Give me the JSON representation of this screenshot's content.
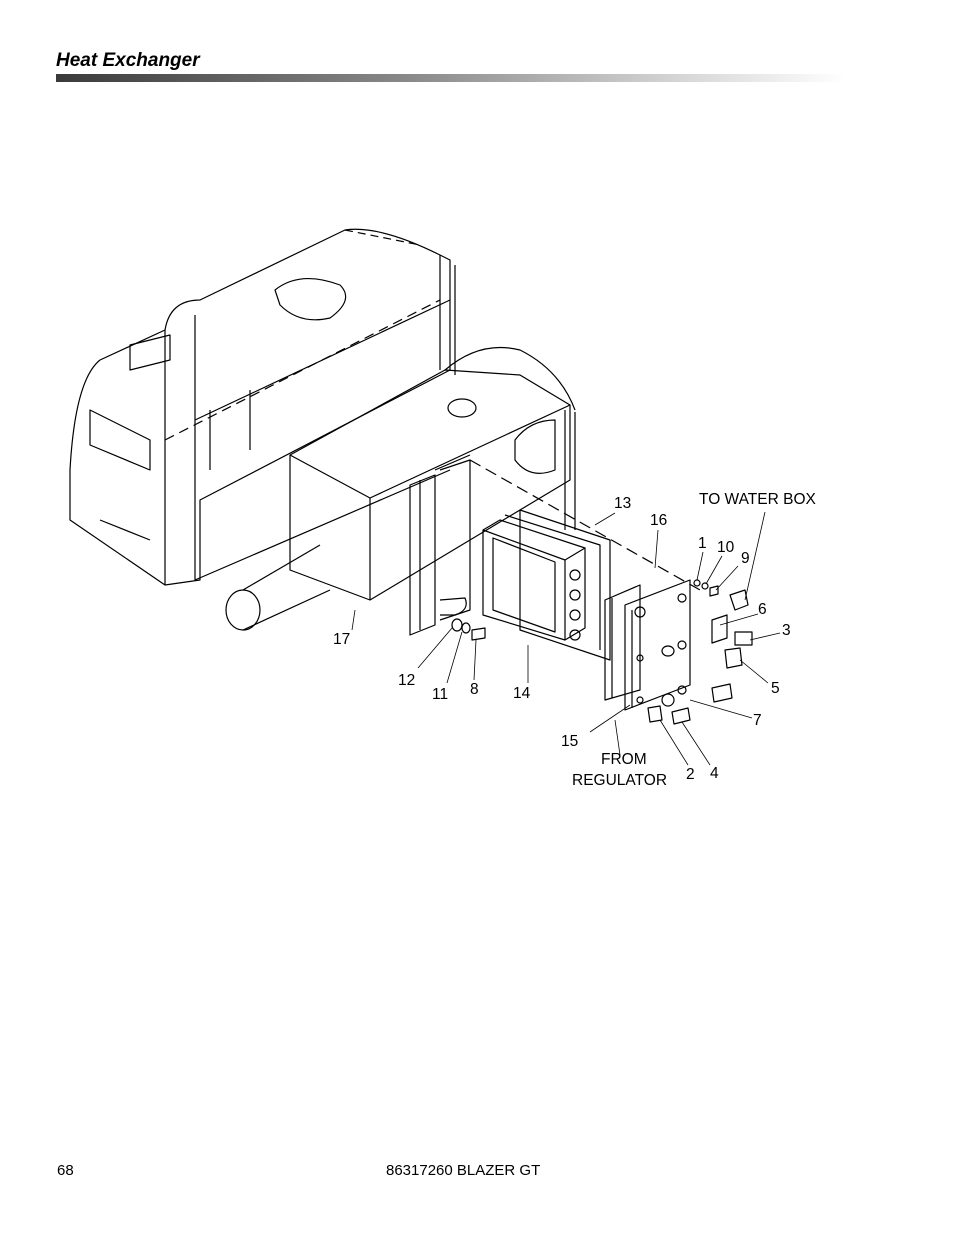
{
  "page": {
    "title": "Heat Exchanger",
    "page_number": "68",
    "doc_id": "86317260 BLAZER GT"
  },
  "callouts": {
    "c1": "1",
    "c2": "2",
    "c3": "3",
    "c4": "4",
    "c5": "5",
    "c6": "6",
    "c7": "7",
    "c8": "8",
    "c9": "9",
    "c10": "10",
    "c11": "11",
    "c12": "12",
    "c13": "13",
    "c14": "14",
    "c15": "15",
    "c16": "16",
    "c17": "17"
  },
  "notes": {
    "to_water_box": "TO WATER BOX",
    "from_line1": "FROM",
    "from_line2": "REGULATOR"
  }
}
